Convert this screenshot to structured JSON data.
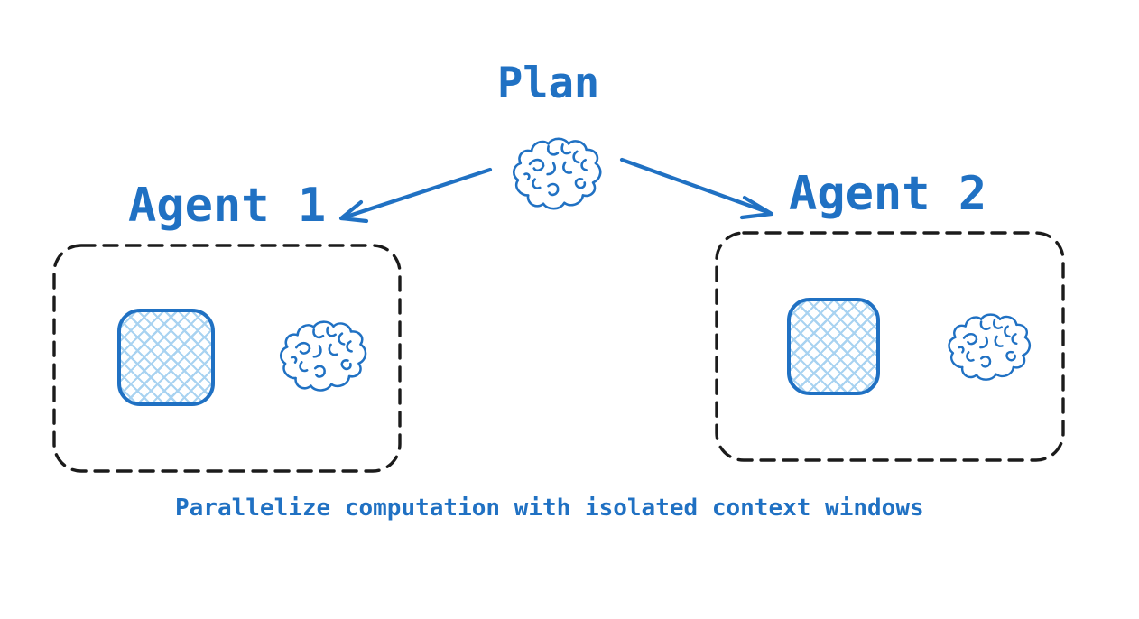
{
  "title": "Plan",
  "caption": "Parallelize computation with isolated context windows",
  "agents": [
    {
      "label": "Agent 1",
      "contents": [
        "context-window",
        "brain"
      ]
    },
    {
      "label": "Agent 2",
      "contents": [
        "context-window",
        "brain"
      ]
    }
  ],
  "icons": {
    "plan": "brain-icon",
    "agent_model": "brain-icon",
    "context_window": "crosshatched-rounded-square-icon"
  },
  "colors": {
    "accent_blue": "#2071c3",
    "hatch_blue": "#a9d3f1",
    "dashed_box": "#1b1b1b",
    "background": "#ffffff"
  }
}
